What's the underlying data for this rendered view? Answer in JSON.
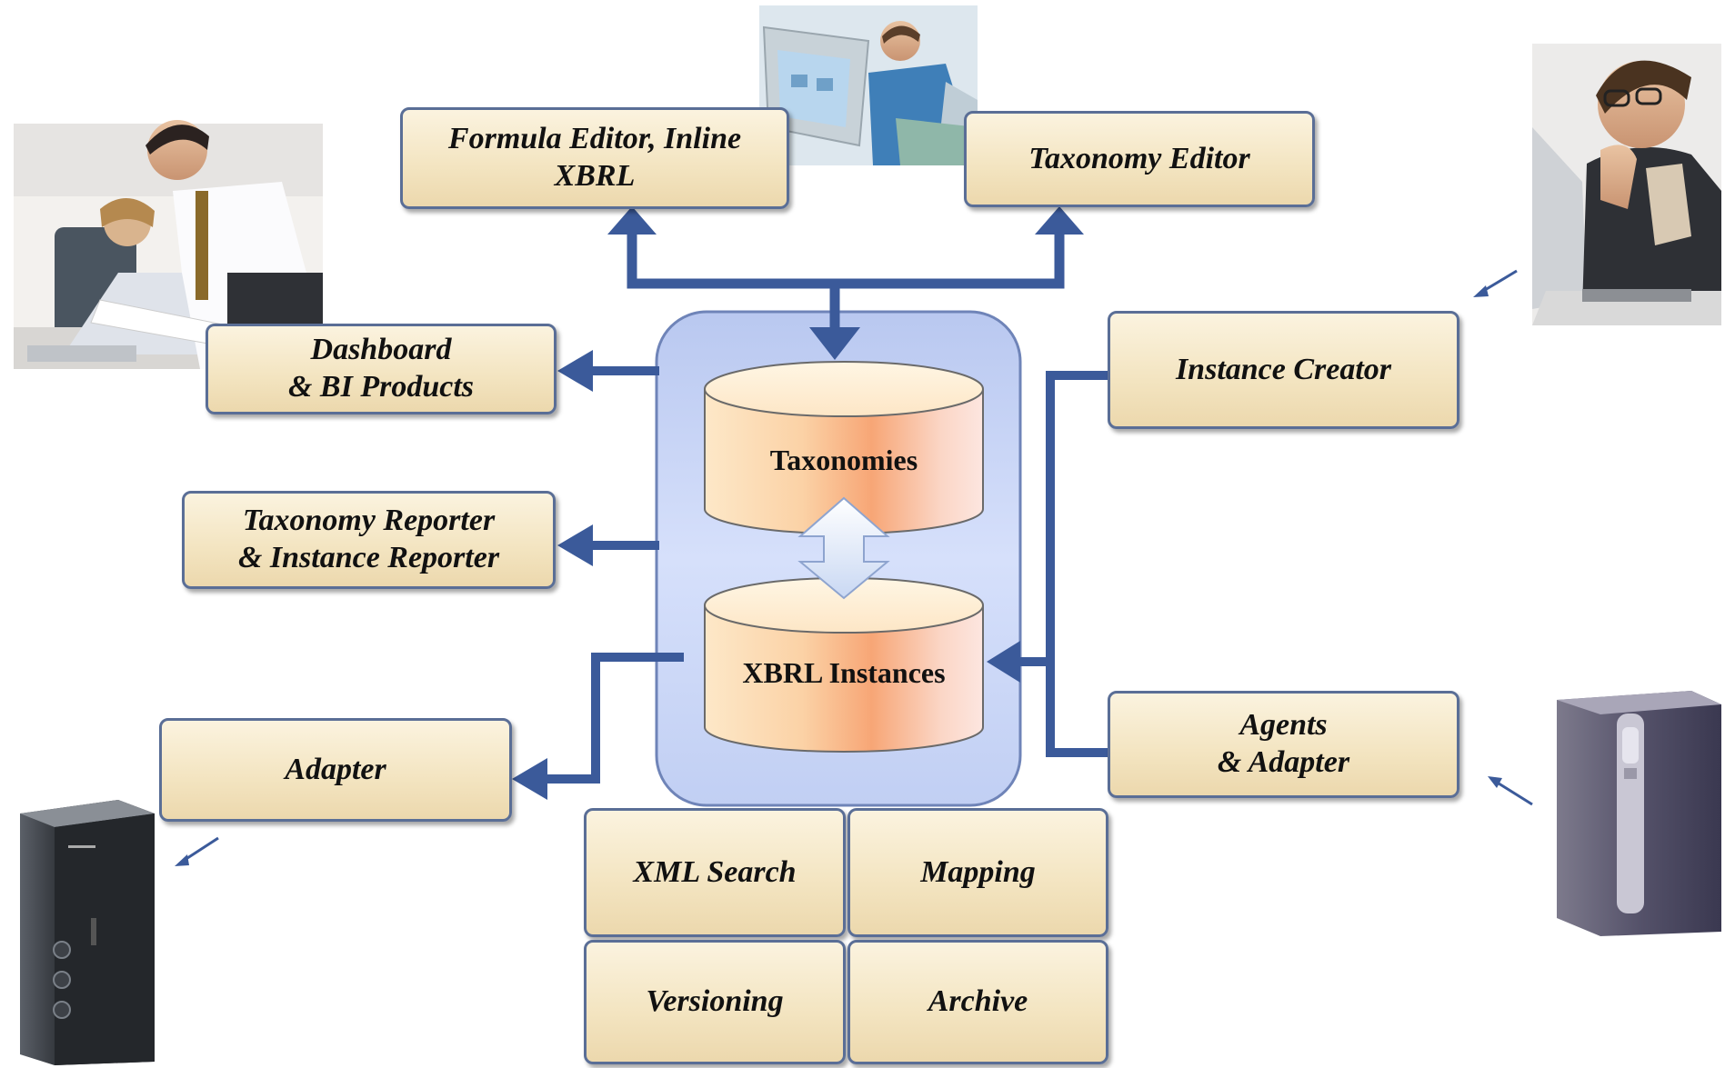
{
  "center": {
    "db_top_label": "Taxonomies",
    "db_bottom_label": "XBRL Instances"
  },
  "boxes": {
    "formula_editor": "Formula Editor, Inline\nXBRL",
    "taxonomy_editor": "Taxonomy Editor",
    "dashboard": "Dashboard\n& BI Products",
    "taxonomy_reporter": "Taxonomy Reporter\n& Instance Reporter",
    "adapter": "Adapter",
    "instance_creator": "Instance Creator",
    "agents_adapter": "Agents\n& Adapter",
    "xml_search": "XML Search",
    "mapping": "Mapping",
    "versioning": "Versioning",
    "archive": "Archive"
  },
  "colors": {
    "arrow": "#3b5a9a",
    "container": "#c8d4f4",
    "box_border": "#5a6e96"
  },
  "pictures": [
    "photo-business-meeting",
    "photo-man-at-monitor",
    "photo-man-thinking-at-computer",
    "server-tower-left",
    "server-rack-right"
  ]
}
